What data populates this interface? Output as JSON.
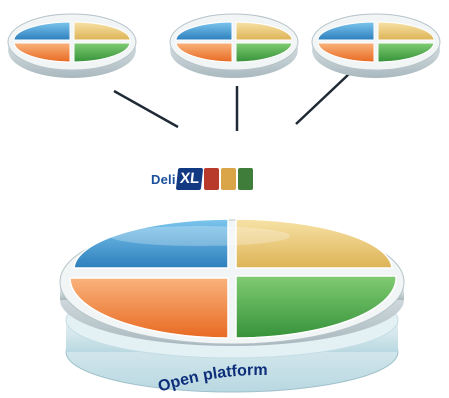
{
  "diagram": {
    "small_dishes": [
      {
        "name": "dish-left"
      },
      {
        "name": "dish-middle"
      },
      {
        "name": "dish-right"
      }
    ],
    "main_dish": {
      "quadrant_colors": {
        "blue": "#3a8fc9",
        "yellow": "#e9c46a",
        "orange": "#f07a32",
        "green": "#4aa54a"
      },
      "base_color": "#cfe7ee"
    },
    "logo": {
      "brand_text": "Deli",
      "brand_suffix": "XL",
      "tile_colors": [
        "#b83a2b",
        "#d9a548",
        "#3e7d3a"
      ],
      "text_color": "#1a4f9c",
      "badge_color": "#123a82"
    },
    "platform_label": "Open platform"
  }
}
